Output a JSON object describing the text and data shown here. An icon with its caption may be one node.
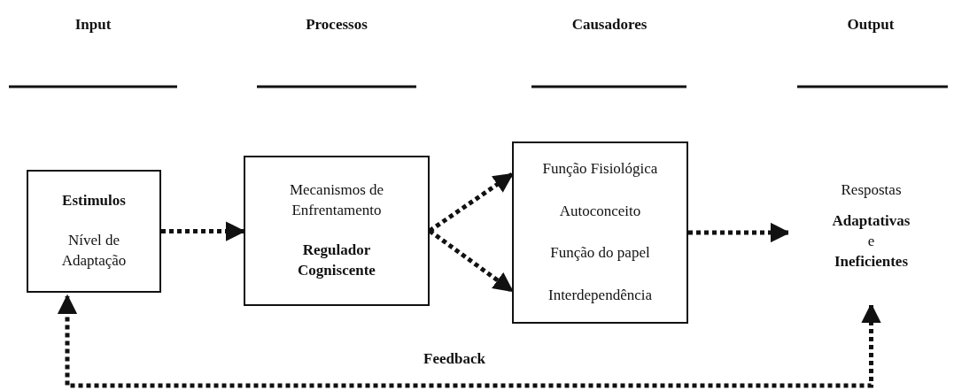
{
  "diagram": {
    "nodes": [
      {
        "text": [
          "Estimulos",
          "Nível de Adaptação"
        ]
      },
      {
        "text": [
          "Mecanismos de Enfrentamento",
          "Regulador Cogniscente"
        ]
      },
      {
        "text": [
          "Função Fisiológica",
          "Autoconceito",
          "Função do papel",
          "Interdependência"
        ]
      },
      {
        "text": [
          "Respostas",
          "**Adaptativas** e **Ineficientes**"
        ]
      }
    ],
    "edges": [
      {
        "from": 0,
        "to": 1,
        "arrow": "to"
      },
      {
        "from": 1,
        "to": 2,
        "arrow": "to"
      },
      {
        "from": 1,
        "to": 2,
        "arrow": "to"
      },
      {
        "from": 2,
        "to": 3,
        "arrow": "to"
      },
      {
        "from": 3,
        "to": 0,
        "arrow": "both",
        "label": "Feedback"
      }
    ],
    "labels": [
      "Input",
      "Processos",
      "Causadores",
      "Output"
    ]
  }
}
